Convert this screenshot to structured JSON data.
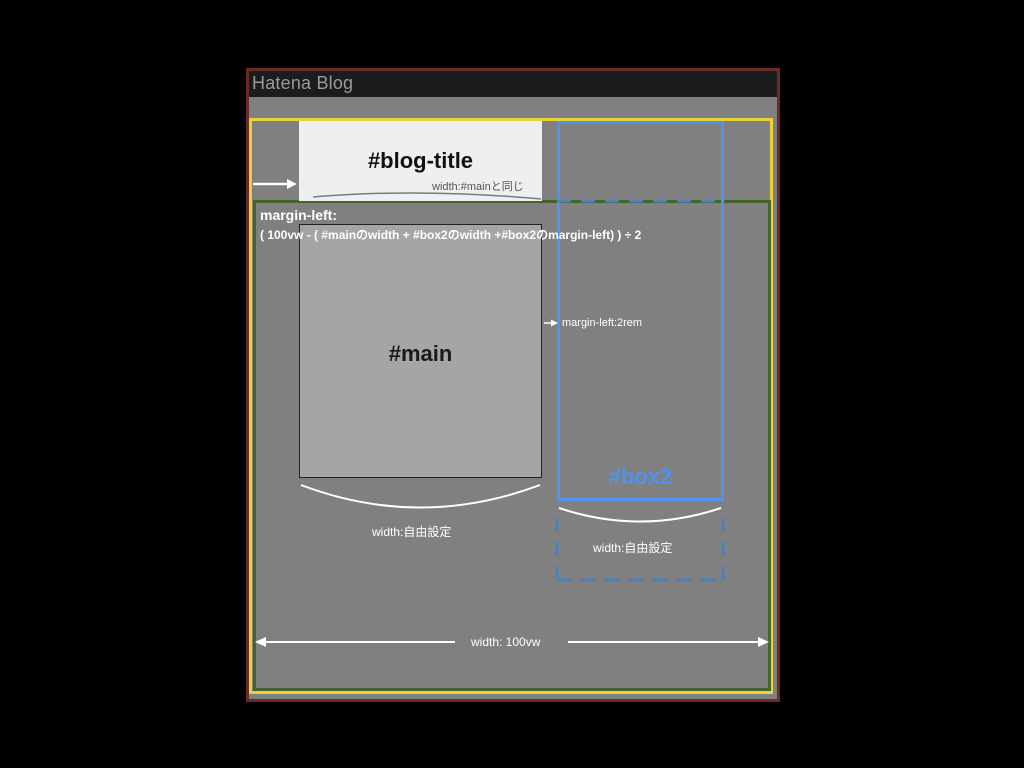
{
  "window": {
    "title": "Hatena Blog"
  },
  "diagram": {
    "blog_title": "#blog-title",
    "blog_title_width_note": "width:#mainと同じ",
    "margin_left_label": "margin-left:",
    "margin_left_formula": "( 100vw - ( #mainのwidth + #box2のwidth +#box2のmargin-left) ) ÷ 2",
    "main": "#main",
    "box2": "#box2",
    "box2_margin_note": "margin-left:2rem",
    "main_width_note": "width:自由設定",
    "box2_width_note": "width:自由設定",
    "viewport_width_note": "width: 100vw"
  },
  "colors": {
    "background": "#000000",
    "page": "#808080",
    "outer_border": "#6b2a26",
    "yellow_border": "#e8d23a",
    "green_border": "#46642a",
    "box2_blue": "#4f93f0",
    "main_fill": "#a5a5a5",
    "title_fill": "#efefef"
  }
}
